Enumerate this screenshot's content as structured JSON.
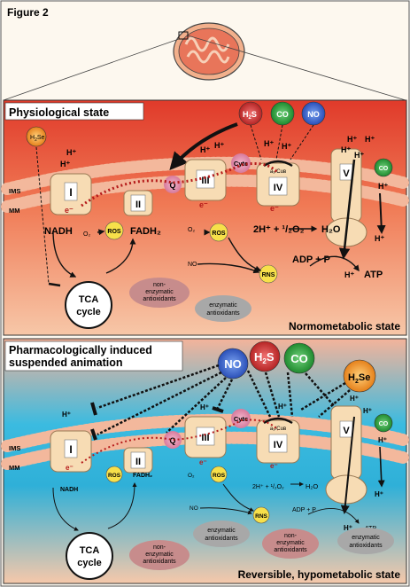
{
  "figure_label": "Figure 2",
  "top": {
    "title": "Physiological state",
    "state_label": "Normometabolic state",
    "gases": {
      "h2s": "H",
      "h2s_sub": "2",
      "h2s_end": "S",
      "co": "CO",
      "no": "NO",
      "h2se": "H",
      "h2se_sub": "2",
      "h2se_end": "Se"
    },
    "labels": {
      "ims": "IMS",
      "mm": "MM",
      "complex1": "I",
      "complex2": "II",
      "complex3": "III",
      "complex4": "IV",
      "complex5": "V",
      "q": "Q",
      "cytc": "Cytc",
      "a3cub": "a₃/Cuʙ",
      "nadh": "NADH",
      "o2": "O₂",
      "ros": "ROS",
      "fadh2": "FADH₂",
      "water_eq": "2H⁺ + ¹/₂O₂",
      "h2o": "H₂O",
      "no_label": "NO",
      "rns": "RNS",
      "adp": "ADP + P",
      "atp": "ATP",
      "hplus": "H⁺",
      "eminus": "e⁻",
      "tca": "TCA",
      "cycle": "cycle",
      "nonenz1": "non-",
      "nonenz2": "enzymatic",
      "nonenz3": "antioxidants",
      "enz1": "enzymatic",
      "enz2": "antioxidants"
    }
  },
  "bottom": {
    "title_line1": "Pharmacologically induced",
    "title_line2": "suspended animation",
    "state_label": "Reversible, hypometabolic state",
    "gases": {
      "no": "NO",
      "h2s": "H",
      "h2s_sub": "2",
      "h2s_end": "S",
      "co": "CO",
      "h2se": "H",
      "h2se_sub": "2",
      "h2se_end": "Se"
    },
    "labels": {
      "ims": "IMS",
      "mm": "MM",
      "complex1": "I",
      "complex2": "II",
      "complex3": "III",
      "complex4": "IV",
      "complex5": "V",
      "q": "Q",
      "cytc": "Cytc",
      "a3cub": "a₃/Cuʙ",
      "nadh": "NADH",
      "o2": "O₂",
      "ros": "ROS",
      "fadh2": "FADH₂",
      "water_eq": "2H⁺ + ¹/₂O₂",
      "h2o": "H₂O",
      "no_label": "NO",
      "rns": "RNS",
      "adp": "ADP + P",
      "atp": "ATP",
      "hplus": "H⁺",
      "eminus": "e⁻",
      "tca": "TCA",
      "cycle": "cycle",
      "enz1": "enzymatic",
      "enz2": "antioxidants",
      "nonenz1": "non-",
      "nonenz2": "enzymatic",
      "nonenz3": "antioxidants"
    }
  },
  "colors": {
    "top_red": "#e8543a",
    "bottom_blue": "#2eaed6",
    "complex": "#f7dcb4",
    "ros": "#f7e04a",
    "h2s": "#d63a3a",
    "co": "#3aa845",
    "no": "#3a6ad6",
    "h2se": "#f39a1e"
  }
}
